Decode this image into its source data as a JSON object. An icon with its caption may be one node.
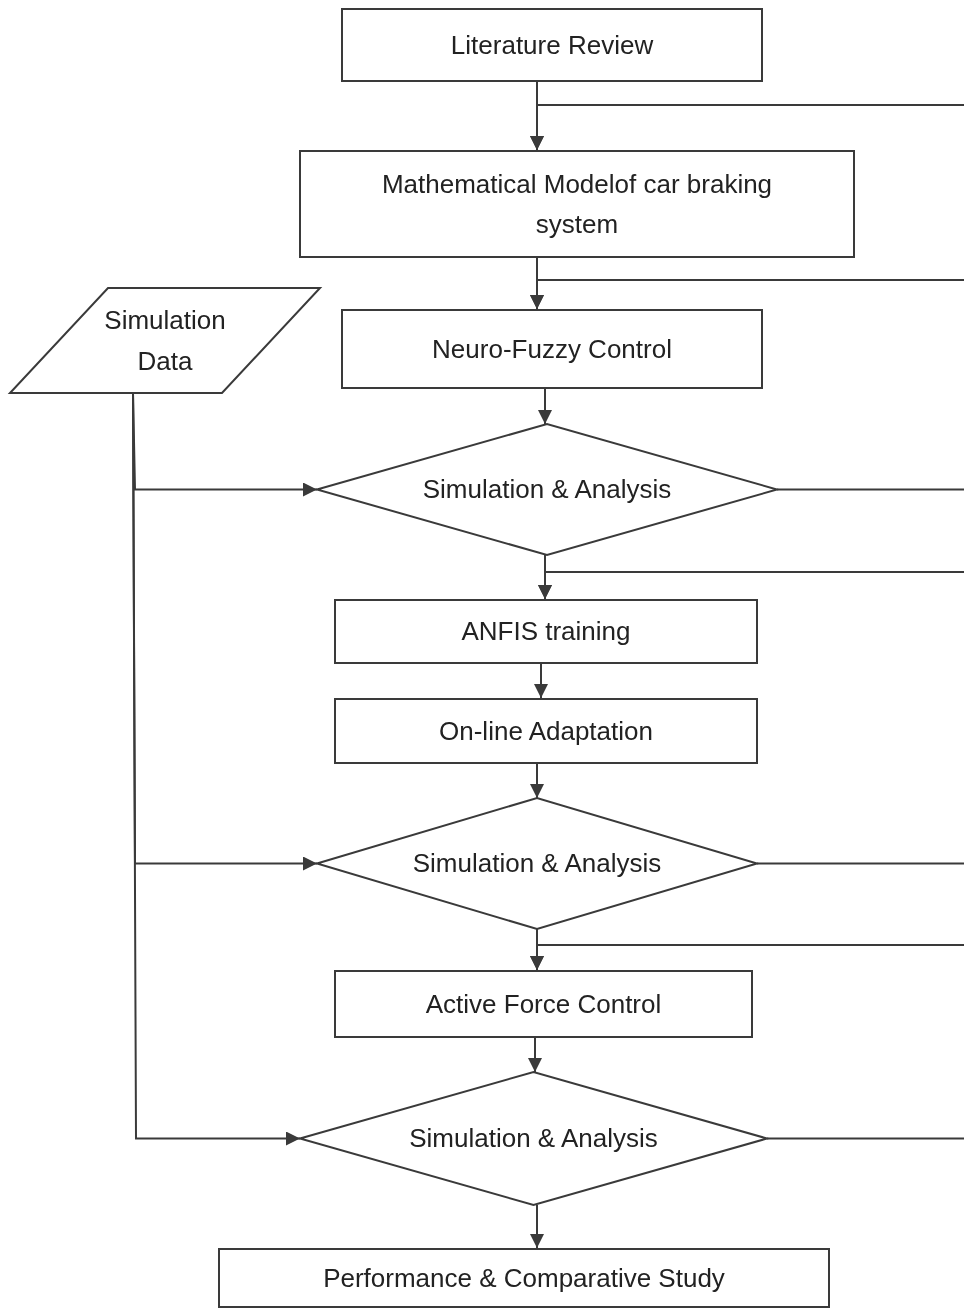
{
  "diagram": {
    "nodes": [
      {
        "text": [
          "Literature Review"
        ]
      },
      {
        "text": [
          "Mathematical Modelof car braking system"
        ]
      },
      {
        "text": [
          "Neuro-Fuzzy Control"
        ]
      },
      {
        "text": [
          "Simulation Data"
        ]
      },
      {
        "text": [
          "Simulation & Analysis"
        ]
      },
      {
        "text": [
          "ANFIS training"
        ]
      },
      {
        "text": [
          "On-line Adaptation"
        ]
      },
      {
        "text": [
          "Simulation & Analysis"
        ]
      },
      {
        "text": [
          "Active Force Control"
        ]
      },
      {
        "text": [
          "Simulation & Analysis"
        ]
      },
      {
        "text": [
          "Performance & Comparative Study"
        ]
      }
    ],
    "edges": [
      {
        "from": 0,
        "to": 1,
        "arrow": "to"
      },
      {
        "from": 1,
        "to": 2,
        "arrow": "to"
      },
      {
        "from": 2,
        "to": 4,
        "arrow": "to"
      },
      {
        "from": 4,
        "to": 5,
        "arrow": "to"
      },
      {
        "from": 5,
        "to": 6,
        "arrow": "to"
      },
      {
        "from": 6,
        "to": 7,
        "arrow": "to"
      },
      {
        "from": 7,
        "to": 8,
        "arrow": "to"
      },
      {
        "from": 8,
        "to": 9,
        "arrow": "to"
      },
      {
        "from": 9,
        "to": 10,
        "arrow": "to"
      },
      {
        "from": 3,
        "to": 4,
        "arrow": "to"
      },
      {
        "from": 3,
        "to": 7,
        "arrow": "to"
      },
      {
        "from": 3,
        "to": 9,
        "arrow": "to"
      },
      {
        "from": null,
        "to": 1,
        "arrow": "to"
      },
      {
        "from": null,
        "to": 2,
        "arrow": "to"
      },
      {
        "from": 4,
        "to": null,
        "arrow": "none"
      },
      {
        "from": null,
        "to": 5,
        "arrow": "to"
      },
      {
        "from": 7,
        "to": null,
        "arrow": "none"
      },
      {
        "from": null,
        "to": 8,
        "arrow": "to"
      },
      {
        "from": 9,
        "to": null,
        "arrow": "none"
      }
    ]
  }
}
